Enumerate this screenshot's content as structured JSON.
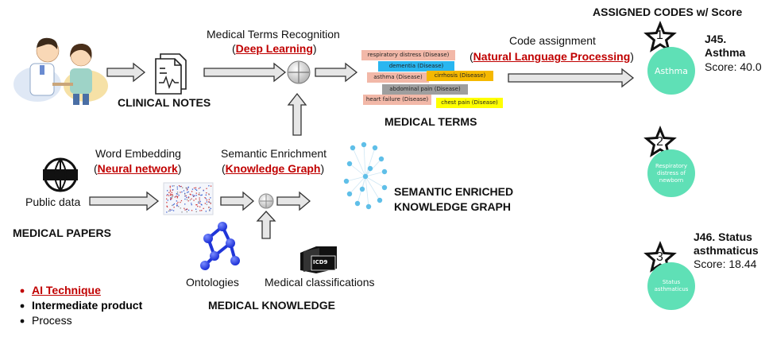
{
  "header": {
    "assigned_codes": "ASSIGNED CODES w/ Score"
  },
  "nodes": {
    "clinical_notes": "CLINICAL NOTES",
    "medical_terms": "MEDICAL TERMS",
    "semantic_graph_line1": "SEMANTIC ENRICHED",
    "semantic_graph_line2": "KNOWLEDGE GRAPH",
    "public_data": "Public data",
    "medical_papers": "MEDICAL PAPERS",
    "ontologies": "Ontologies",
    "medical_classifications": "Medical classifications",
    "medical_knowledge": "MEDICAL KNOWLEDGE",
    "icd_badge": "ICD9"
  },
  "steps": {
    "recognition": {
      "label": "Medical Terms Recognition",
      "technique": "Deep Learning"
    },
    "code_assignment": {
      "label": "Code assignment",
      "technique": "Natural Language Processing"
    },
    "word_embedding": {
      "label": "Word Embedding",
      "technique": "Neural network"
    },
    "semantic_enrichment": {
      "label": "Semantic Enrichment",
      "technique": "Knowledge Graph"
    }
  },
  "terms": [
    {
      "text": "respiratory distress (Disease)",
      "color": "#f2b8a8"
    },
    {
      "text": "dementia (Disease)",
      "color": "#29b6f0"
    },
    {
      "text": "asthma (Disease)",
      "color": "#f2b8a8"
    },
    {
      "text": "cirrhosis (Disease)",
      "color": "#f5b800"
    },
    {
      "text": "abdominal pain (Disease)",
      "color": "#9e9e9e"
    },
    {
      "text": "heart failure (Disease)",
      "color": "#f2b8a8"
    },
    {
      "text": "chest pain (Disease)",
      "color": "#ffff00"
    }
  ],
  "codes": [
    {
      "rank": "1",
      "circle_label": "Asthma",
      "code_line1": "J45.",
      "code_line2": "Asthma",
      "score": "Score: 40.0"
    },
    {
      "rank": "2",
      "circle_label": "Respiratory distress of newborn",
      "code_line1": "",
      "code_line2": "",
      "score": ""
    },
    {
      "rank": "3",
      "circle_label": "Status asthmaticus",
      "code_line1": "J46. Status",
      "code_line2": "asthmaticus",
      "score": "Score: 18.44"
    }
  ],
  "legend": {
    "ai_technique": "AI Technique",
    "intermediate_product": "Intermediate product",
    "process": "Process"
  },
  "colors": {
    "accent_red": "#c00000",
    "code_circle": "#5fe0b6",
    "arrow_fill": "#e6e6e6"
  }
}
